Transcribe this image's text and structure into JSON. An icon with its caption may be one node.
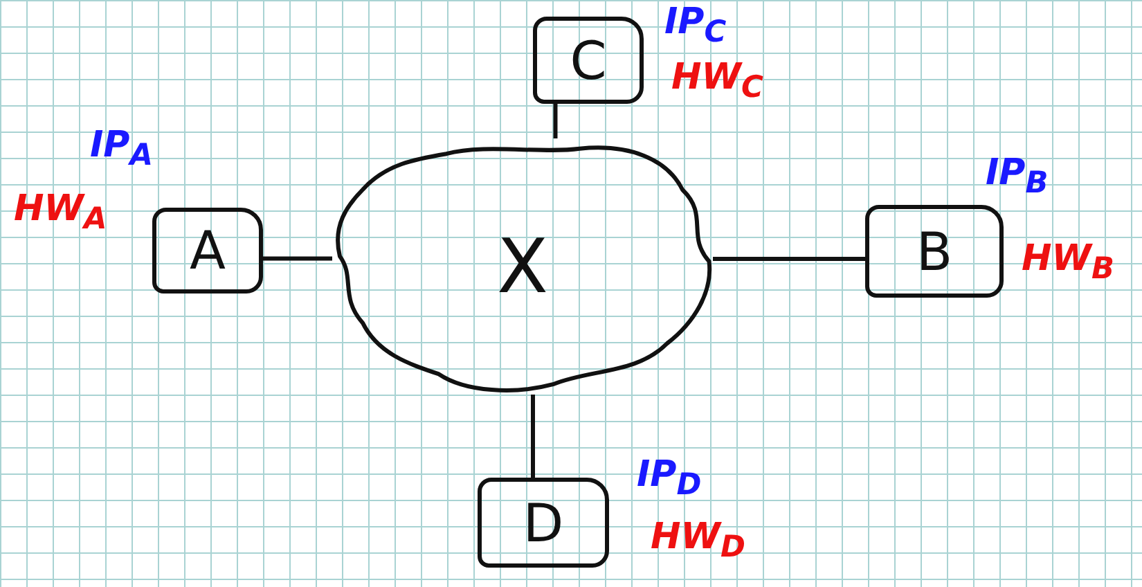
{
  "diagram": {
    "nodes": [
      {
        "text": [
          "X"
        ]
      },
      {
        "text": [
          "A"
        ],
        "beside": [
          "IP$_{A}$",
          "HW$_{A}$"
        ]
      },
      {
        "text": [
          "B"
        ],
        "beside": [
          "IP$_{B}$",
          "HW$_{B}$"
        ]
      },
      {
        "text": [
          "C"
        ],
        "beside": [
          "IP$_{C}$",
          "HW$_{C}$"
        ]
      },
      {
        "text": [
          "D"
        ],
        "beside": [
          "IP$_{D}$",
          "HW$_{D}$"
        ]
      }
    ],
    "edges": [
      {
        "from": 1,
        "to": 0,
        "arrow": "none"
      },
      {
        "from": 0,
        "to": 2,
        "arrow": "none"
      },
      {
        "from": 3,
        "to": 0,
        "arrow": "none"
      },
      {
        "from": 0,
        "to": 4,
        "arrow": "none"
      }
    ]
  }
}
